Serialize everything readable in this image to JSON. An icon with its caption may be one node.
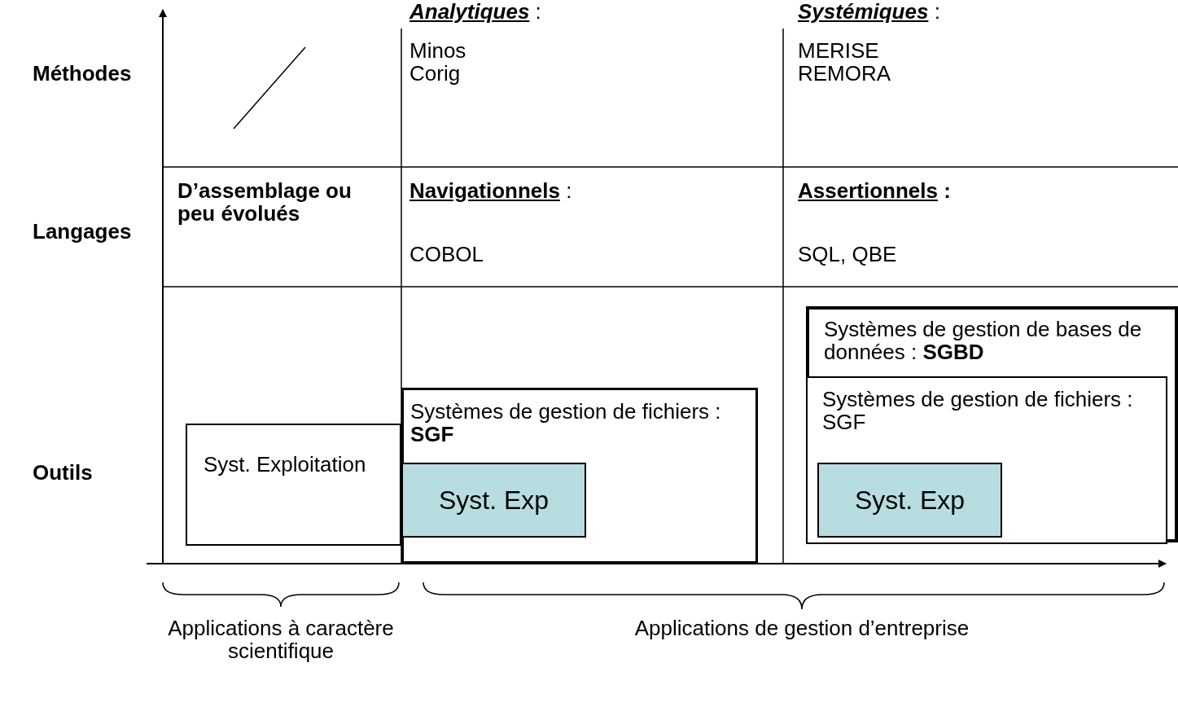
{
  "diagram": {
    "nodes": [
      {
        "text": [
          "Syst. Exploitation"
        ]
      },
      {
        "text": [
          "Systèmes de gestion de fichiers : **SGF**"
        ]
      },
      {
        "text": [
          "Syst. Exp"
        ],
        "in": 1
      },
      {
        "text": [
          "Systèmes de gestion de bases de données : **SGBD**"
        ]
      },
      {
        "text": [
          "Systèmes de gestion de fichiers : SGF"
        ],
        "in": 3
      },
      {
        "text": [
          "Syst. Exp"
        ],
        "in": 4
      }
    ],
    "labels": [
      "Méthodes",
      "**Analytiques** :",
      "Minos",
      "Corig",
      "**Systémiques** :",
      "MERISE",
      "REMORA",
      "Langages",
      "D’assemblage ou peu évolués",
      "**Navigationnels** :",
      "COBOL",
      "**Assertionnels** **:**",
      "SQL, QBE",
      "Outils",
      "Applications à caractère scientifique",
      "Applications de gestion d’entreprise"
    ]
  }
}
